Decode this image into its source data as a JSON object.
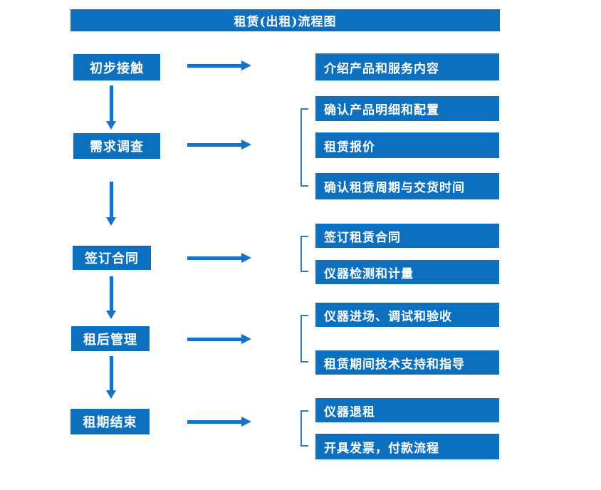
{
  "title": "租赁(出租)流程图",
  "colors": {
    "box_blue": "#0d70be",
    "arrow_blue": "#1373c9",
    "bracket_blue": "#2e79c0",
    "text_white": "#ffffff"
  },
  "stages": [
    {
      "label": "初步接触",
      "details": [
        "介绍产品和服务内容"
      ]
    },
    {
      "label": "需求调查",
      "details": [
        "确认产品明细和配置",
        "租赁报价",
        "确认租赁周期与交货时间"
      ]
    },
    {
      "label": "签订合同",
      "details": [
        "签订租赁合同",
        "仪器检测和计量"
      ]
    },
    {
      "label": "租后管理",
      "details": [
        "仪器进场、调试和验收",
        "租赁期间技术支持和指导"
      ]
    },
    {
      "label": "租期结束",
      "details": [
        "仪器退租",
        "开具发票，付款流程"
      ]
    }
  ]
}
